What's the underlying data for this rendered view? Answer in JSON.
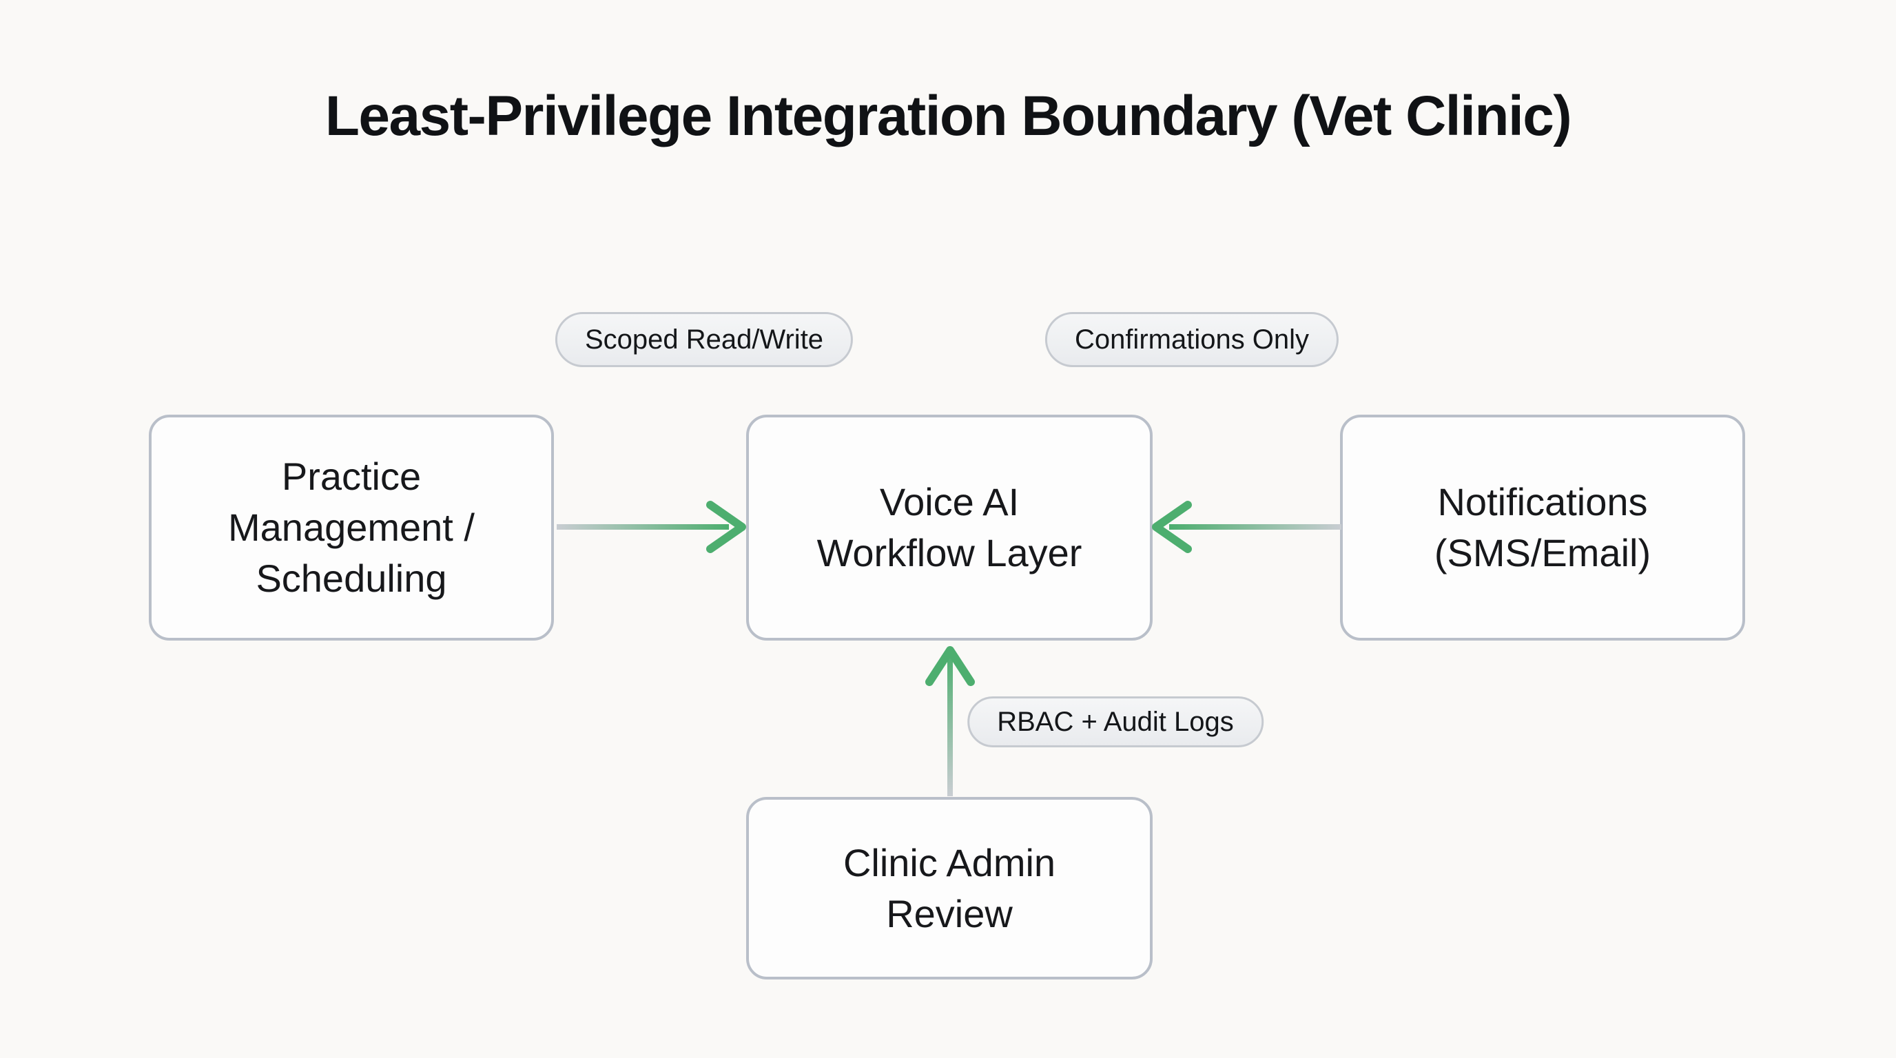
{
  "title": "Least-Privilege Integration Boundary (Vet Clinic)",
  "colors": {
    "background": "#faf9f7",
    "accent_green": "#4dae6f",
    "connector_gray": "#c9cdd2",
    "node_border": "#b9bfc9",
    "node_background": "#fdfdfd",
    "pill_border": "#c6cad0",
    "pill_background": "#eef0f2",
    "text": "#17181b"
  },
  "nodes": {
    "practice": {
      "label": "Practice Management / Scheduling",
      "lines": [
        "Practice",
        "Management /",
        "Scheduling"
      ]
    },
    "voice": {
      "label": "Voice AI Workflow Layer",
      "lines": [
        "Voice AI",
        "Workflow Layer"
      ]
    },
    "notifications": {
      "label": "Notifications (SMS/Email)",
      "lines": [
        "Notifications",
        "(SMS/Email)"
      ]
    },
    "admin": {
      "label": "Clinic Admin Review",
      "lines": [
        "Clinic Admin",
        "Review"
      ]
    }
  },
  "edges": [
    {
      "from": "practice",
      "to": "voice",
      "label": "Scoped Read/Write",
      "direction": "right"
    },
    {
      "from": "notifications",
      "to": "voice",
      "label": "Confirmations Only",
      "direction": "left"
    },
    {
      "from": "admin",
      "to": "voice",
      "label": "RBAC + Audit Logs",
      "direction": "up"
    }
  ]
}
